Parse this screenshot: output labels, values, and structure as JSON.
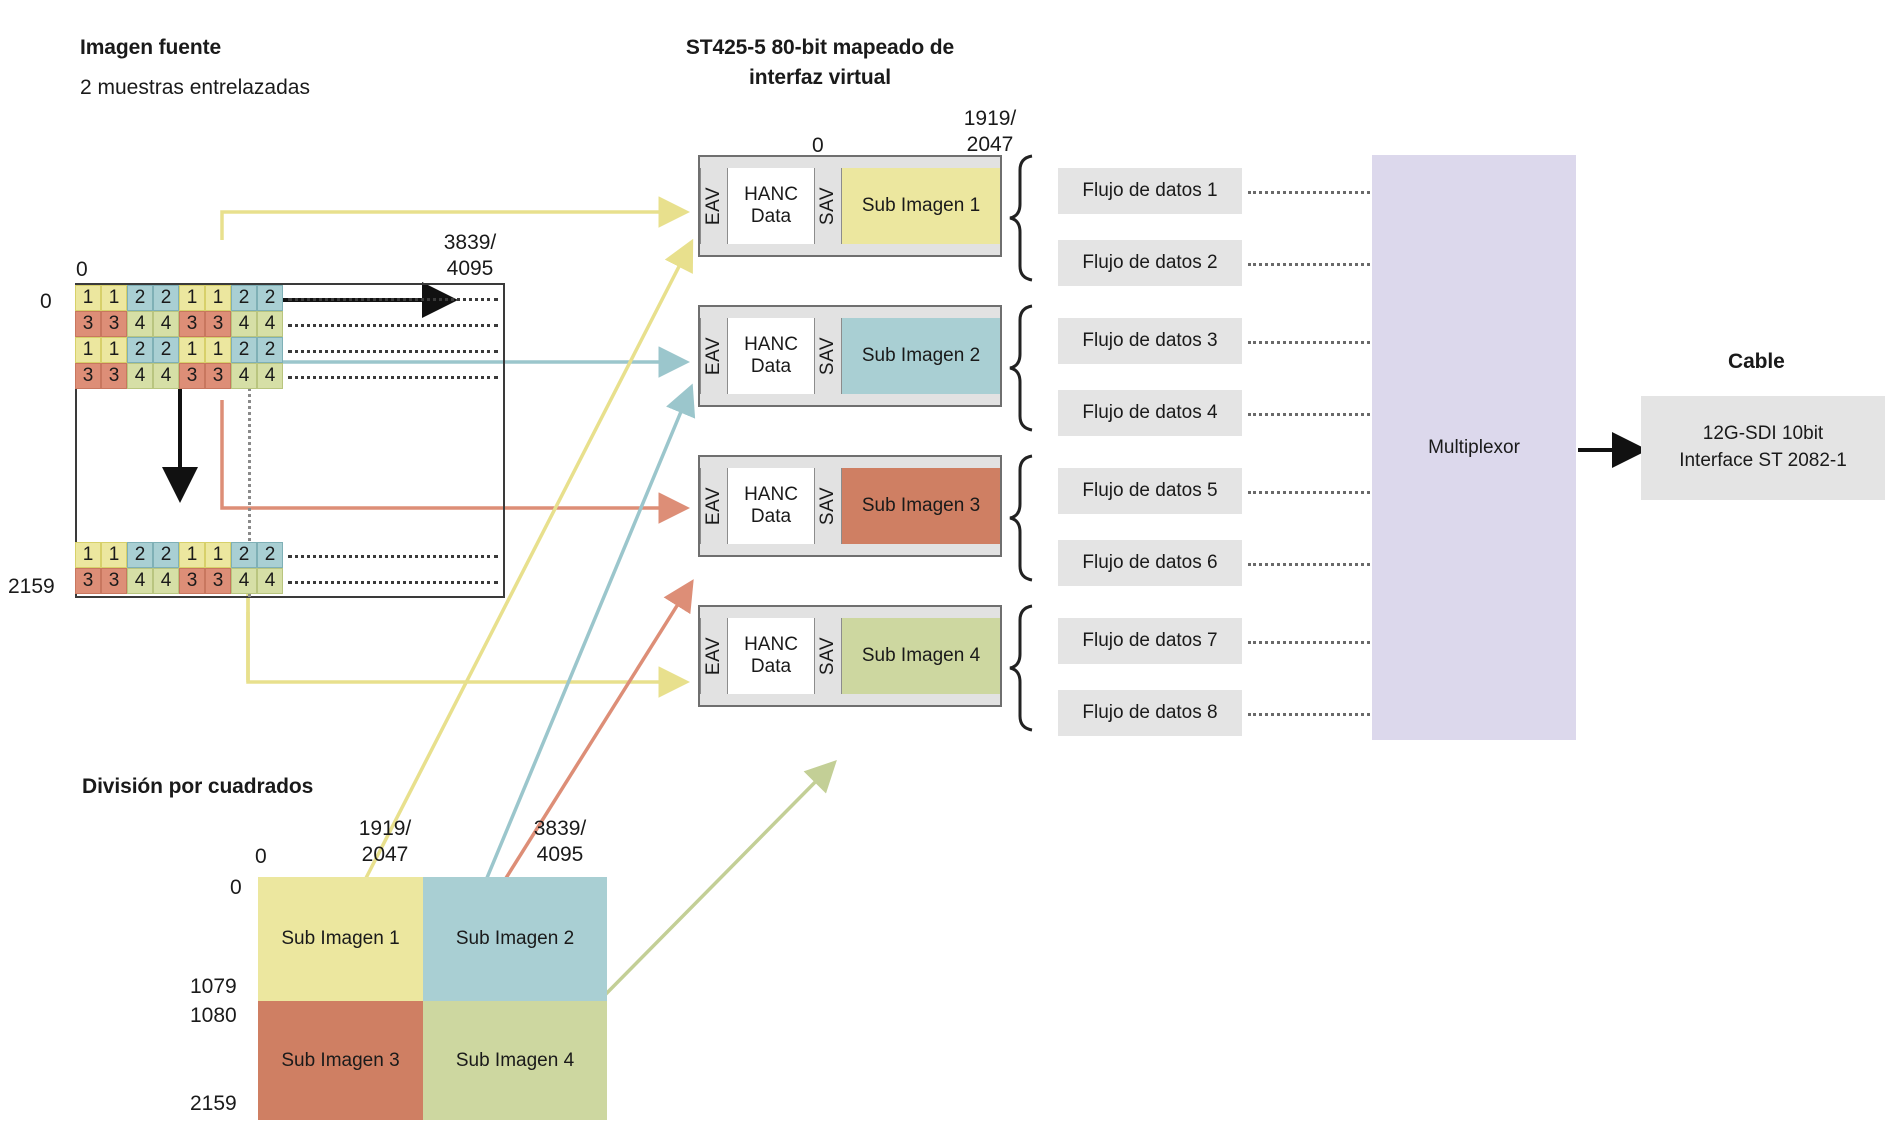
{
  "source": {
    "title": "Imagen fuente",
    "subtitle": "2 muestras entrelazadas",
    "col_start": "0",
    "col_end": "3839/\n4095",
    "col_end_line1": "3839/",
    "col_end_line2": "4095",
    "row_start": "0",
    "row_end": "2159",
    "grid_top": [
      [
        "1",
        "1",
        "2",
        "2",
        "1",
        "1",
        "2",
        "2"
      ],
      [
        "3",
        "3",
        "4",
        "4",
        "3",
        "3",
        "4",
        "4"
      ],
      [
        "1",
        "1",
        "2",
        "2",
        "1",
        "1",
        "2",
        "2"
      ],
      [
        "3",
        "3",
        "4",
        "4",
        "3",
        "3",
        "4",
        "4"
      ]
    ],
    "grid_bottom": [
      [
        "1",
        "1",
        "2",
        "2",
        "1",
        "1",
        "2",
        "2"
      ],
      [
        "3",
        "3",
        "4",
        "4",
        "3",
        "3",
        "4",
        "4"
      ]
    ]
  },
  "virtual": {
    "title_line1": "ST425-5 80-bit mapeado de",
    "title_line2": "interfaz virtual",
    "axis_start": "0",
    "axis_end_line1": "1919/",
    "axis_end_line2": "2047",
    "eav_label": "EAV",
    "sav_label": "SAV",
    "hanc_line1": "HANC",
    "hanc_line2": "Data",
    "strips": [
      {
        "label": "Sub Imagen 1",
        "color": "#ece79f"
      },
      {
        "label": "Sub Imagen 2",
        "color": "#a9cfd3"
      },
      {
        "label": "Sub Imagen 3",
        "color": "#cf7f63"
      },
      {
        "label": "Sub Imagen 4",
        "color": "#cdd7a0"
      }
    ]
  },
  "streams": {
    "items": [
      "Flujo de datos 1",
      "Flujo de datos 2",
      "Flujo de datos 3",
      "Flujo de datos 4",
      "Flujo de datos 5",
      "Flujo de datos 6",
      "Flujo de datos 7",
      "Flujo de datos 8"
    ]
  },
  "multiplexor": {
    "label": "Multiplexor",
    "color": "#dcd8ec"
  },
  "cable": {
    "title": "Cable",
    "line1": "12G-SDI 10bit",
    "line2": "Interface ST 2082-1"
  },
  "quadrants": {
    "title": "División por cuadrados",
    "col_0": "0",
    "col_mid_line1": "1919/",
    "col_mid_line2": "2047",
    "col_end_line1": "3839/",
    "col_end_line2": "4095",
    "row_0": "0",
    "row_1079": "1079",
    "row_1080": "1080",
    "row_2159": "2159",
    "cells": [
      {
        "label": "Sub Imagen 1",
        "color": "#ece79f"
      },
      {
        "label": "Sub Imagen 2",
        "color": "#a9cfd3"
      },
      {
        "label": "Sub Imagen 3",
        "color": "#cf7f63"
      },
      {
        "label": "Sub Imagen 4",
        "color": "#cdd7a0"
      }
    ]
  },
  "colors": {
    "yellow": "#ece79f",
    "teal": "#a9cfd3",
    "red": "#cf7f63",
    "green": "#cdd7a0",
    "lavender": "#dcd8ec",
    "grey": "#e4e4e4"
  }
}
